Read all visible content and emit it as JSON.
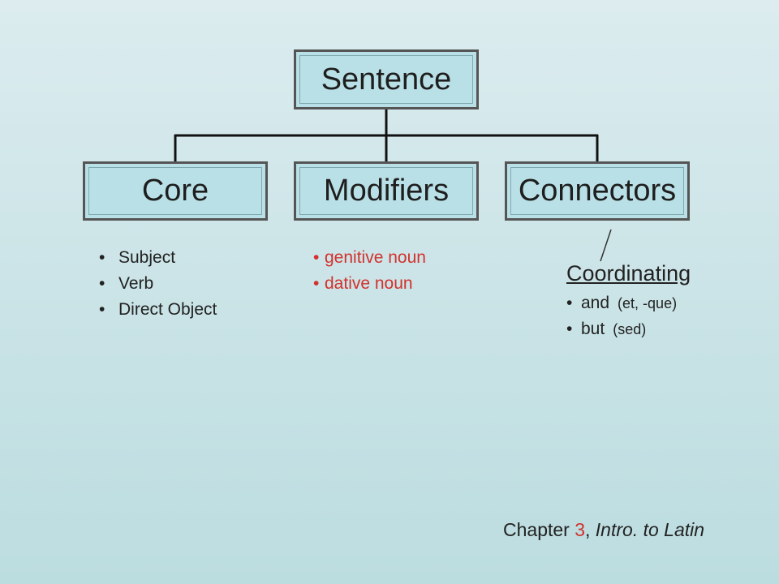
{
  "diagram": {
    "root": "Sentence",
    "children": [
      "Core",
      "Modifiers",
      "Connectors"
    ]
  },
  "core_list": [
    "Subject",
    "Verb",
    "Direct Object"
  ],
  "modifiers_list": [
    "genitive noun",
    "dative noun"
  ],
  "connectors": {
    "title": "Coordinating",
    "items": [
      {
        "word": "and",
        "latin": "(et, -que)"
      },
      {
        "word": "but",
        "latin": "(sed)"
      }
    ]
  },
  "footer": {
    "prefix": "Chapter",
    "number": "3",
    "comma": ",",
    "italic": "Intro. to Latin"
  },
  "colors": {
    "box_fill": "#b9e0e6",
    "accent_red": "#d2322d"
  }
}
